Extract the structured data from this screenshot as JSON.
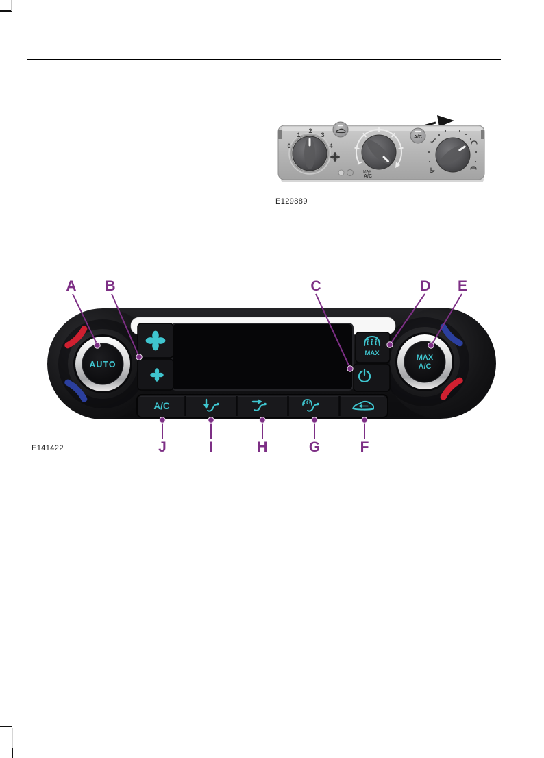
{
  "figures": {
    "figure1_code": "E129889",
    "figure2_code": "E141422"
  },
  "colors": {
    "accent_teal": "#3fc5cf",
    "callout_purple": "#7d2f85",
    "hot_red": "#cf2030",
    "cold_blue": "#2b3f9e"
  },
  "manual_panel": {
    "fan_positions": [
      "0",
      "1",
      "2",
      "3",
      "4"
    ],
    "fan_icon": "fan-icon",
    "recirc_button_icon": "recirculation-icon",
    "ac_button_label": "A/C",
    "temp_dial_max_label": "MAX",
    "temp_dial_ac_label": "A/C",
    "continuation_marker_icon": "arrow-marker-icon"
  },
  "auto_panel": {
    "left_knob_label": "AUTO",
    "right_knob_label_line1": "MAX",
    "right_knob_label_line2": "A/C",
    "defrost_button_label": "MAX",
    "defrost_button_icon": "windshield-defrost-icon",
    "power_button_icon": "power-icon",
    "fan_up_button_icon": "fan-large-icon",
    "fan_down_button_icon": "fan-small-icon",
    "bottom_buttons": [
      {
        "label": "A/C",
        "icon": "",
        "callout": "J"
      },
      {
        "label": "",
        "icon": "footwell-air-icon",
        "callout": "I"
      },
      {
        "label": "",
        "icon": "panel-air-icon",
        "callout": "H"
      },
      {
        "label": "",
        "icon": "windshield-air-icon",
        "callout": "G"
      },
      {
        "label": "",
        "icon": "recirculation-icon",
        "callout": "F"
      }
    ]
  },
  "callouts": {
    "top": [
      {
        "letter": "A"
      },
      {
        "letter": "B"
      },
      {
        "letter": "C"
      },
      {
        "letter": "D"
      },
      {
        "letter": "E"
      }
    ],
    "bottom": [
      {
        "letter": "J"
      },
      {
        "letter": "I"
      },
      {
        "letter": "H"
      },
      {
        "letter": "G"
      },
      {
        "letter": "F"
      }
    ]
  }
}
